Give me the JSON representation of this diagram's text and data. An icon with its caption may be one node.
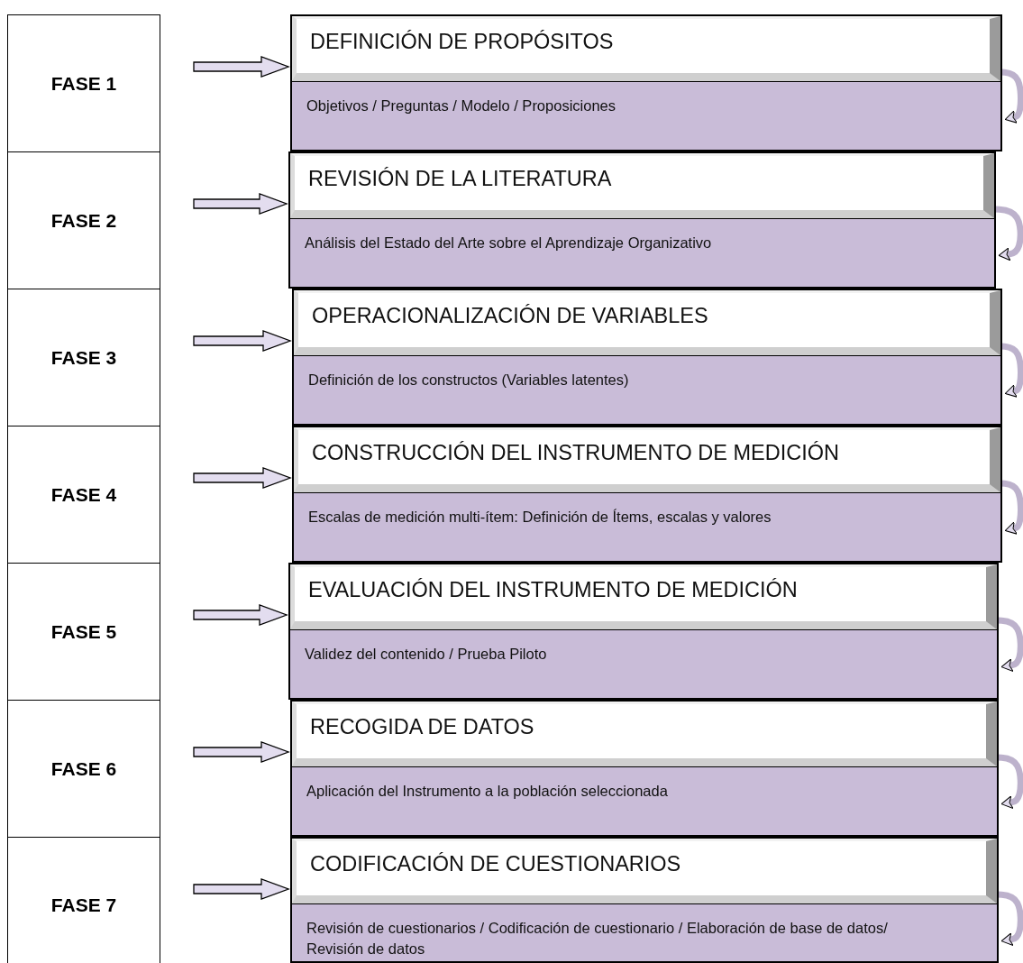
{
  "diagram": {
    "nodes": [
      {
        "text": [
          "FASE 1"
        ]
      },
      {
        "text": [
          "Objetivos / Preguntas / Modelo / Proposiciones"
        ]
      },
      {
        "text": [
          "DEFINICIÓN DE PROPÓSITOS"
        ],
        "in": 1
      },
      {
        "text": [
          "FASE 2"
        ]
      },
      {
        "text": [
          "Análisis del Estado del Arte sobre el Aprendizaje Organizativo"
        ]
      },
      {
        "text": [
          "REVISIÓN DE LA LITERATURA"
        ],
        "in": 4
      },
      {
        "text": [
          "FASE 3"
        ]
      },
      {
        "text": [
          "Definición de los constructos (Variables latentes)"
        ]
      },
      {
        "text": [
          "OPERACIONALIZACIÓN DE VARIABLES"
        ],
        "in": 7
      },
      {
        "text": [
          "FASE 4"
        ]
      },
      {
        "text": [
          "Escalas de medición multi-ítem: Definición de Ítems, escalas y valores"
        ]
      },
      {
        "text": [
          "CONSTRUCCIÓN DEL INSTRUMENTO DE MEDICIÓN"
        ],
        "in": 10
      },
      {
        "text": [
          "FASE 5"
        ]
      },
      {
        "text": [
          "Validez del contenido / Prueba Piloto"
        ]
      },
      {
        "text": [
          "EVALUACIÓN DEL INSTRUMENTO DE MEDICIÓN"
        ],
        "in": 13
      },
      {
        "text": [
          "FASE 6"
        ]
      },
      {
        "text": [
          "Aplicación del Instrumento a la población seleccionada"
        ]
      },
      {
        "text": [
          "RECOGIDA DE DATOS"
        ],
        "in": 16
      },
      {
        "text": [
          "FASE 7"
        ]
      },
      {
        "text": [
          "Revisión de cuestionarios / Codificación de cuestionario / Elaboración de base de datos/ Revisión de datos"
        ]
      },
      {
        "text": [
          "CODIFICACIÓN DE CUESTIONARIOS"
        ],
        "in": 19
      }
    ],
    "edges": [
      {
        "from": 0,
        "to": 1,
        "arrow": "to"
      },
      {
        "from": 2,
        "to": 1,
        "arrow": "to"
      },
      {
        "from": 3,
        "to": 4,
        "arrow": "to"
      },
      {
        "from": 5,
        "to": 4,
        "arrow": "to"
      },
      {
        "from": 6,
        "to": 7,
        "arrow": "to"
      },
      {
        "from": 8,
        "to": 7,
        "arrow": "to"
      },
      {
        "from": 9,
        "to": 10,
        "arrow": "to"
      },
      {
        "from": 11,
        "to": 10,
        "arrow": "to"
      },
      {
        "from": 12,
        "to": 13,
        "arrow": "to"
      },
      {
        "from": 14,
        "to": 13,
        "arrow": "to"
      },
      {
        "from": 15,
        "to": 16,
        "arrow": "to"
      },
      {
        "from": 17,
        "to": 16,
        "arrow": "to"
      },
      {
        "from": 18,
        "to": 19,
        "arrow": "to"
      },
      {
        "from": 20,
        "to": 19,
        "arrow": "to"
      }
    ]
  }
}
